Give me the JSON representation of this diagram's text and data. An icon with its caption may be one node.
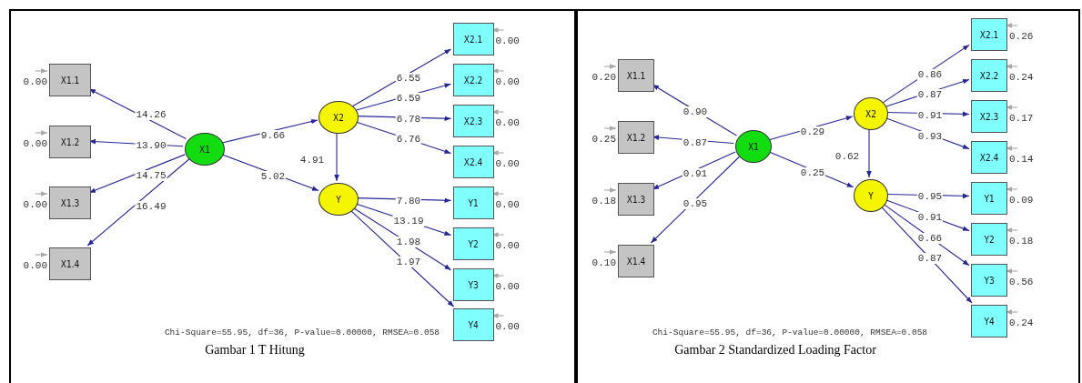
{
  "diagram": {
    "nodes": [
      {
        "text": [
          "Chi-Square=55.95, df=36, P-value=0.00000, RMSEA=0.058",
          "Gambar 1 T Hitung"
        ]
      },
      {
        "text": [
          "X1.1"
        ],
        "in": 0,
        "beside": [
          "0.00"
        ]
      },
      {
        "text": [
          "X1.2"
        ],
        "in": 0,
        "beside": [
          "0.00"
        ]
      },
      {
        "text": [
          "X1.3"
        ],
        "in": 0,
        "beside": [
          "0.00"
        ]
      },
      {
        "text": [
          "X1.4"
        ],
        "in": 0,
        "beside": [
          "0.00"
        ]
      },
      {
        "text": [
          "X1"
        ],
        "in": 0
      },
      {
        "text": [
          "X2"
        ],
        "in": 0
      },
      {
        "text": [
          "Y"
        ],
        "in": 0
      },
      {
        "text": [
          "X2.1"
        ],
        "in": 0,
        "beside": [
          "0.00"
        ]
      },
      {
        "text": [
          "X2.2"
        ],
        "in": 0,
        "beside": [
          "0.00"
        ]
      },
      {
        "text": [
          "X2.3"
        ],
        "in": 0,
        "beside": [
          "0.00"
        ]
      },
      {
        "text": [
          "X2.4"
        ],
        "in": 0,
        "beside": [
          "0.00"
        ]
      },
      {
        "text": [
          "Y1"
        ],
        "in": 0,
        "beside": [
          "0.00"
        ]
      },
      {
        "text": [
          "Y2"
        ],
        "in": 0,
        "beside": [
          "0.00"
        ]
      },
      {
        "text": [
          "Y3"
        ],
        "in": 0,
        "beside": [
          "0.00"
        ]
      },
      {
        "text": [
          "Y4"
        ],
        "in": 0,
        "beside": [
          "0.00"
        ]
      },
      {
        "text": [
          "Chi-Square=55.95, df=36, P-value=0.00000, RMSEA=0.058",
          "Gambar 2 Standardized Loading Factor"
        ]
      },
      {
        "text": [
          "X1.1"
        ],
        "in": 16,
        "beside": [
          "0.20"
        ]
      },
      {
        "text": [
          "X1.2"
        ],
        "in": 16,
        "beside": [
          "0.25"
        ]
      },
      {
        "text": [
          "X1.3"
        ],
        "in": 16,
        "beside": [
          "0.18"
        ]
      },
      {
        "text": [
          "X1.4"
        ],
        "in": 16,
        "beside": [
          "0.10"
        ]
      },
      {
        "text": [
          "X1"
        ],
        "in": 16
      },
      {
        "text": [
          "X2"
        ],
        "in": 16
      },
      {
        "text": [
          "Y"
        ],
        "in": 16
      },
      {
        "text": [
          "X2.1"
        ],
        "in": 16,
        "beside": [
          "0.26"
        ]
      },
      {
        "text": [
          "X2.2"
        ],
        "in": 16,
        "beside": [
          "0.24"
        ]
      },
      {
        "text": [
          "X2.3"
        ],
        "in": 16,
        "beside": [
          "0.17"
        ]
      },
      {
        "text": [
          "X2.4"
        ],
        "in": 16,
        "beside": [
          "0.14"
        ]
      },
      {
        "text": [
          "Y1"
        ],
        "in": 16,
        "beside": [
          "0.09"
        ]
      },
      {
        "text": [
          "Y2"
        ],
        "in": 16,
        "beside": [
          "0.18"
        ]
      },
      {
        "text": [
          "Y3"
        ],
        "in": 16,
        "beside": [
          "0.56"
        ]
      },
      {
        "text": [
          "Y4"
        ],
        "in": 16,
        "beside": [
          "0.24"
        ]
      }
    ],
    "edges": [
      {
        "from": 5,
        "to": 1,
        "arrow": "to",
        "label": "14.26"
      },
      {
        "from": 5,
        "to": 2,
        "arrow": "to",
        "label": "13.90"
      },
      {
        "from": 5,
        "to": 3,
        "arrow": "to",
        "label": "14.75"
      },
      {
        "from": 5,
        "to": 4,
        "arrow": "to",
        "label": "16.49"
      },
      {
        "from": 5,
        "to": 6,
        "arrow": "to",
        "label": "9.66"
      },
      {
        "from": 5,
        "to": 7,
        "arrow": "to",
        "label": "5.02"
      },
      {
        "from": 6,
        "to": 7,
        "arrow": "to",
        "label": "4.91"
      },
      {
        "from": 6,
        "to": 8,
        "arrow": "to",
        "label": "6.55"
      },
      {
        "from": 6,
        "to": 9,
        "arrow": "to",
        "label": "6.59"
      },
      {
        "from": 6,
        "to": 10,
        "arrow": "to",
        "label": "6.78"
      },
      {
        "from": 6,
        "to": 11,
        "arrow": "to",
        "label": "6.76"
      },
      {
        "from": 7,
        "to": 12,
        "arrow": "to",
        "label": "7.80"
      },
      {
        "from": 7,
        "to": 13,
        "arrow": "to",
        "label": "13.19"
      },
      {
        "from": 7,
        "to": 14,
        "arrow": "to",
        "label": "1.98"
      },
      {
        "from": 7,
        "to": 15,
        "arrow": "to",
        "label": "1.97"
      },
      {
        "from": null,
        "to": 1,
        "arrow": "to",
        "color": "#a8a8a8"
      },
      {
        "from": null,
        "to": 2,
        "arrow": "to",
        "color": "#a8a8a8"
      },
      {
        "from": null,
        "to": 3,
        "arrow": "to",
        "color": "#a8a8a8"
      },
      {
        "from": null,
        "to": 4,
        "arrow": "to",
        "color": "#a8a8a8"
      },
      {
        "from": null,
        "to": 8,
        "arrow": "to",
        "color": "#a8a8a8"
      },
      {
        "from": null,
        "to": 9,
        "arrow": "to",
        "color": "#a8a8a8"
      },
      {
        "from": null,
        "to": 10,
        "arrow": "to",
        "color": "#a8a8a8"
      },
      {
        "from": null,
        "to": 11,
        "arrow": "to",
        "color": "#a8a8a8"
      },
      {
        "from": null,
        "to": 12,
        "arrow": "to",
        "color": "#a8a8a8"
      },
      {
        "from": null,
        "to": 13,
        "arrow": "to",
        "color": "#a8a8a8"
      },
      {
        "from": null,
        "to": 14,
        "arrow": "to",
        "color": "#a8a8a8"
      },
      {
        "from": null,
        "to": 15,
        "arrow": "to",
        "color": "#a8a8a8"
      },
      {
        "from": 21,
        "to": 17,
        "arrow": "to",
        "label": "0.90"
      },
      {
        "from": 21,
        "to": 18,
        "arrow": "to",
        "label": "0.87"
      },
      {
        "from": 21,
        "to": 19,
        "arrow": "to",
        "label": "0.91"
      },
      {
        "from": 21,
        "to": 20,
        "arrow": "to",
        "label": "0.95"
      },
      {
        "from": 21,
        "to": 22,
        "arrow": "to",
        "label": "0.29"
      },
      {
        "from": 21,
        "to": 23,
        "arrow": "to",
        "label": "0.25"
      },
      {
        "from": 22,
        "to": 23,
        "arrow": "to",
        "label": "0.62"
      },
      {
        "from": 22,
        "to": 24,
        "arrow": "to",
        "label": "0.86"
      },
      {
        "from": 22,
        "to": 25,
        "arrow": "to",
        "label": "0.87"
      },
      {
        "from": 22,
        "to": 26,
        "arrow": "to",
        "label": "0.91"
      },
      {
        "from": 22,
        "to": 27,
        "arrow": "to",
        "label": "0.93"
      },
      {
        "from": 23,
        "to": 28,
        "arrow": "to",
        "label": "0.95"
      },
      {
        "from": 23,
        "to": 29,
        "arrow": "to",
        "label": "0.91"
      },
      {
        "from": 23,
        "to": 30,
        "arrow": "to",
        "label": "0.66"
      },
      {
        "from": 23,
        "to": 31,
        "arrow": "to",
        "label": "0.87"
      },
      {
        "from": null,
        "to": 17,
        "arrow": "to",
        "color": "#a8a8a8"
      },
      {
        "from": null,
        "to": 18,
        "arrow": "to",
        "color": "#a8a8a8"
      },
      {
        "from": null,
        "to": 19,
        "arrow": "to",
        "color": "#a8a8a8"
      },
      {
        "from": null,
        "to": 20,
        "arrow": "to",
        "color": "#a8a8a8"
      },
      {
        "from": null,
        "to": 24,
        "arrow": "to",
        "color": "#a8a8a8"
      },
      {
        "from": null,
        "to": 25,
        "arrow": "to",
        "color": "#a8a8a8"
      },
      {
        "from": null,
        "to": 26,
        "arrow": "to",
        "color": "#a8a8a8"
      },
      {
        "from": null,
        "to": 27,
        "arrow": "to",
        "color": "#a8a8a8"
      },
      {
        "from": null,
        "to": 28,
        "arrow": "to",
        "color": "#a8a8a8"
      },
      {
        "from": null,
        "to": 29,
        "arrow": "to",
        "color": "#a8a8a8"
      },
      {
        "from": null,
        "to": 30,
        "arrow": "to",
        "color": "#a8a8a8"
      },
      {
        "from": null,
        "to": 31,
        "arrow": "to",
        "color": "#a8a8a8"
      }
    ]
  }
}
